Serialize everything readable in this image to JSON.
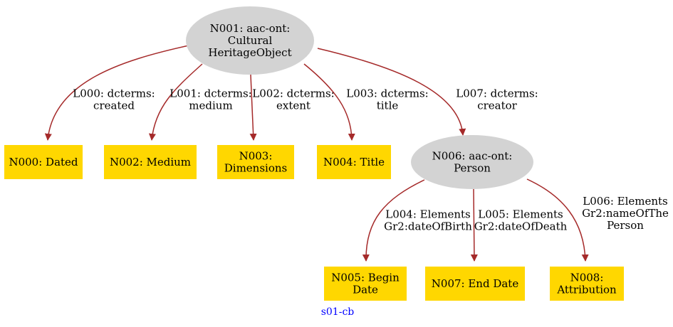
{
  "colors": {
    "class_node_fill": "#d3d3d3",
    "literal_node_fill": "#ffd700",
    "edge": "#a52a2a",
    "caption": "#0000ff"
  },
  "caption": "s01-cb",
  "nodes": [
    {
      "id": "N001",
      "shape": "ellipse",
      "lines": [
        "N001: aac-ont:",
        "Cultural",
        "HeritageObject"
      ]
    },
    {
      "id": "N000",
      "shape": "box",
      "lines": [
        "N000: Dated"
      ]
    },
    {
      "id": "N002",
      "shape": "box",
      "lines": [
        "N002: Medium"
      ]
    },
    {
      "id": "N003",
      "shape": "box",
      "lines": [
        "N003:",
        "Dimensions"
      ]
    },
    {
      "id": "N004",
      "shape": "box",
      "lines": [
        "N004: Title"
      ]
    },
    {
      "id": "N006",
      "shape": "ellipse",
      "lines": [
        "N006: aac-ont:",
        "Person"
      ]
    },
    {
      "id": "N005",
      "shape": "box",
      "lines": [
        "N005: Begin",
        "Date"
      ]
    },
    {
      "id": "N007",
      "shape": "box",
      "lines": [
        "N007: End Date"
      ]
    },
    {
      "id": "N008",
      "shape": "box",
      "lines": [
        "N008:",
        "Attribution"
      ]
    }
  ],
  "edges": [
    {
      "id": "L000",
      "from": "N001",
      "to": "N000",
      "lines": [
        "L000: dcterms:",
        "created"
      ]
    },
    {
      "id": "L001",
      "from": "N001",
      "to": "N002",
      "lines": [
        "L001: dcterms:",
        "medium"
      ]
    },
    {
      "id": "L002",
      "from": "N001",
      "to": "N003",
      "lines": [
        "L002: dcterms:",
        "extent"
      ]
    },
    {
      "id": "L003",
      "from": "N001",
      "to": "N004",
      "lines": [
        "L003: dcterms:",
        "title"
      ]
    },
    {
      "id": "L007",
      "from": "N001",
      "to": "N006",
      "lines": [
        "L007: dcterms:",
        "creator"
      ]
    },
    {
      "id": "L004",
      "from": "N006",
      "to": "N005",
      "lines": [
        "L004: Elements",
        "Gr2:dateOfBirth"
      ]
    },
    {
      "id": "L005",
      "from": "N006",
      "to": "N007",
      "lines": [
        "L005: Elements",
        "Gr2:dateOfDeath"
      ]
    },
    {
      "id": "L006",
      "from": "N006",
      "to": "N008",
      "lines": [
        "L006: Elements",
        "Gr2:nameOfThe",
        "Person"
      ]
    }
  ]
}
